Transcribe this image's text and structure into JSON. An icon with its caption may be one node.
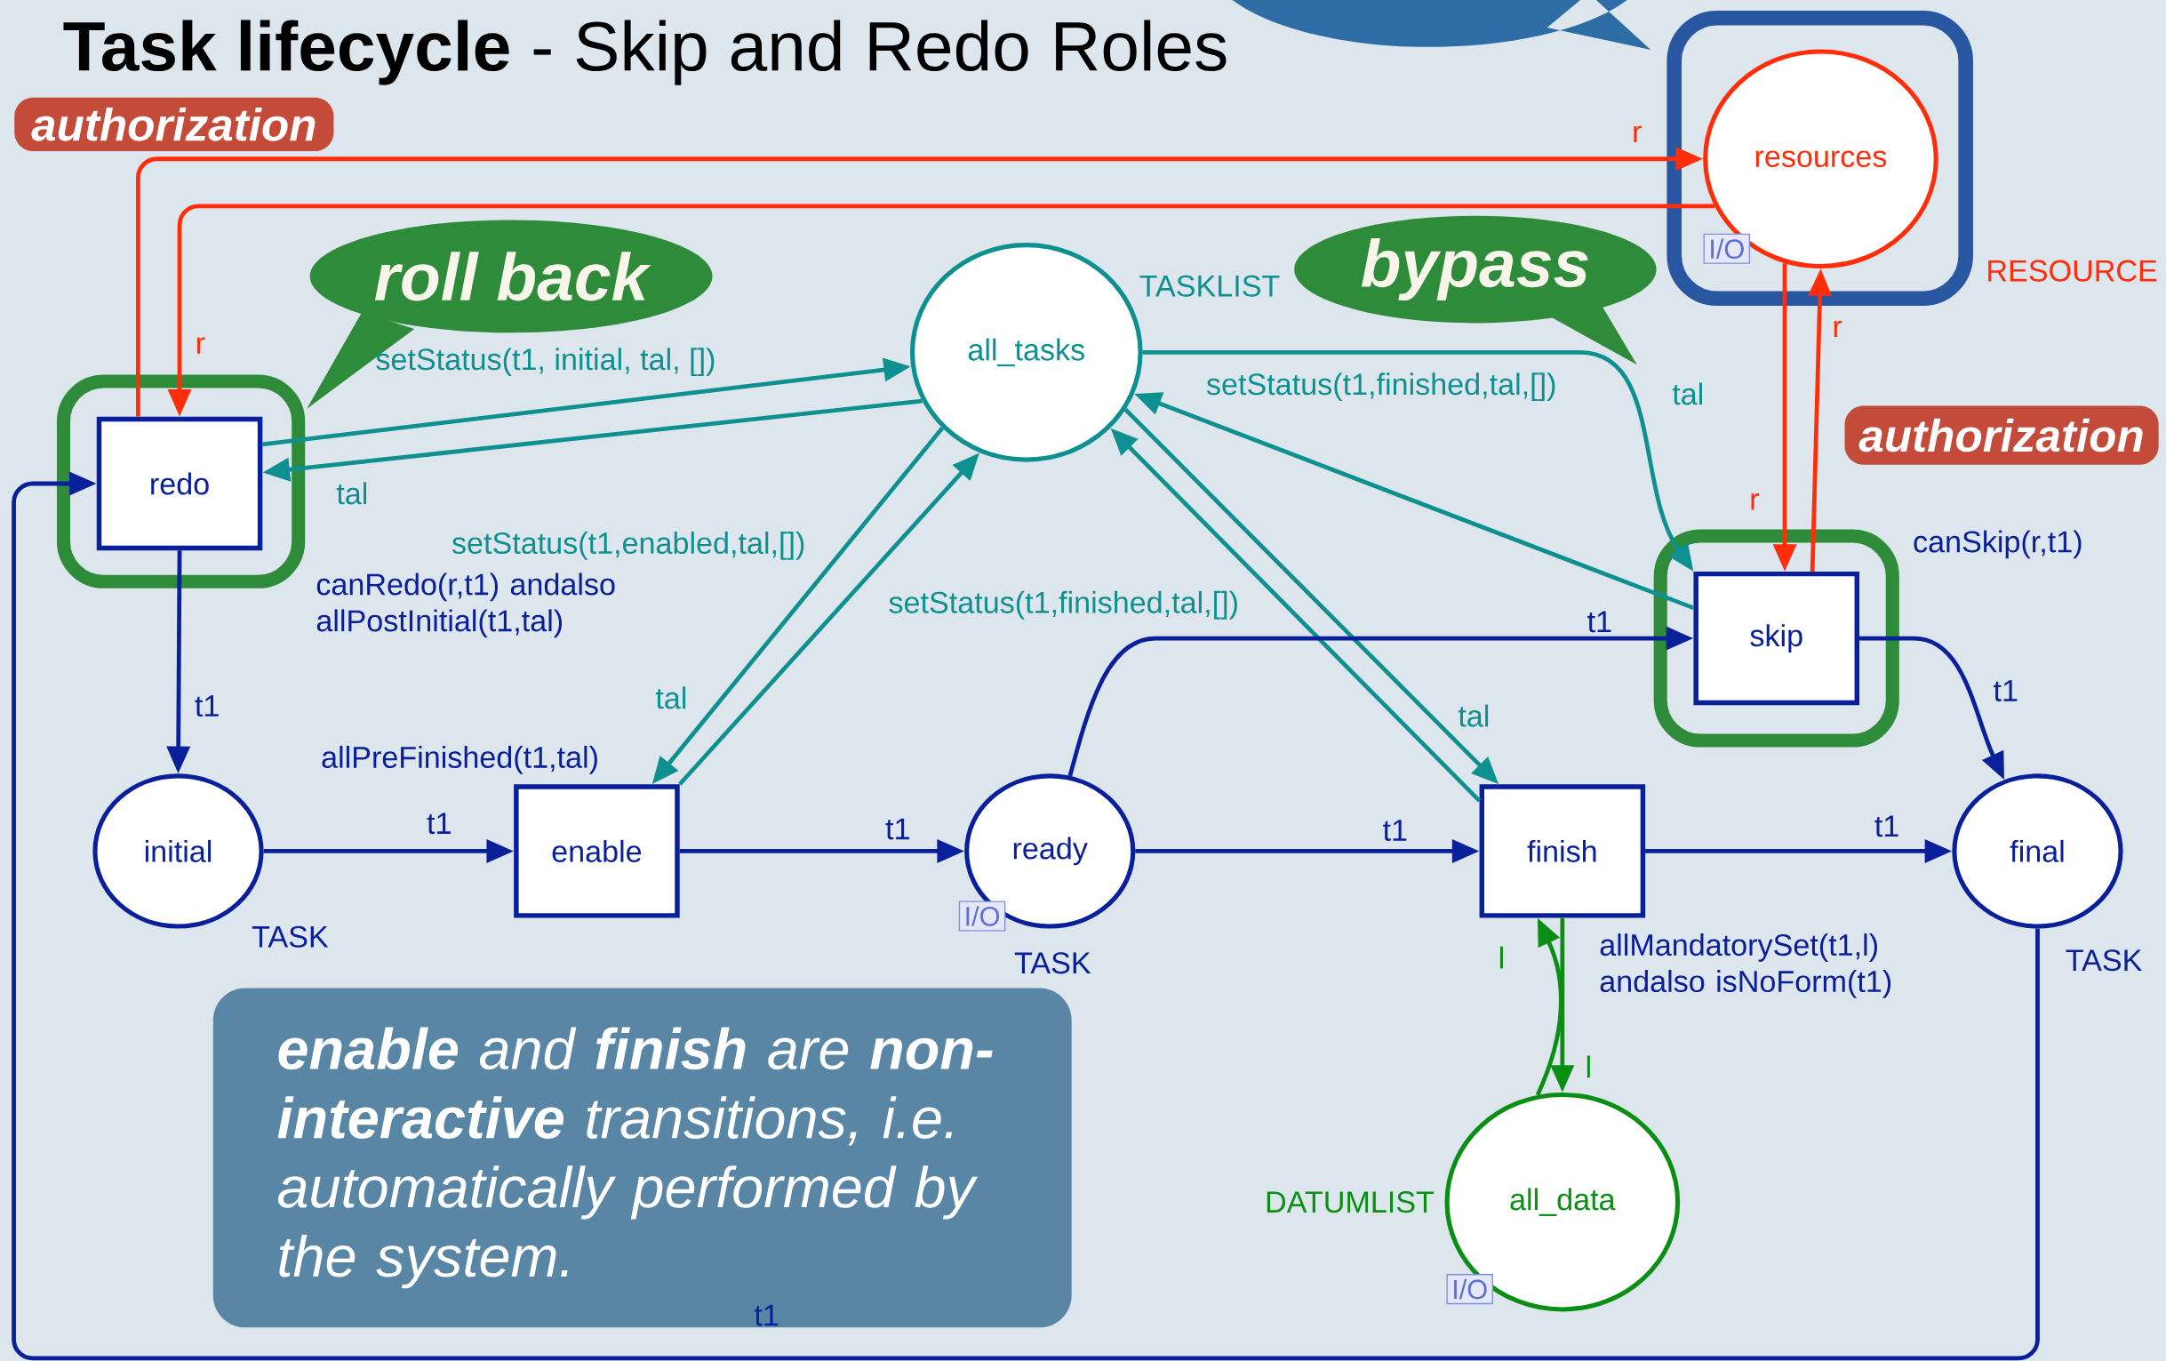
{
  "diagram": {
    "title": "**Task lifecycle** - Skip and Redo Roles",
    "nodes": [
      {
        "text": [
          "authorization"
        ]
      },
      {
        "text": [
          "resources"
        ],
        "beside": [
          "I/O",
          "RESOURCE"
        ]
      },
      {
        "text": [
          "roll back"
        ]
      },
      {
        "text": [
          "all_tasks"
        ],
        "beside": [
          "TASKLIST"
        ]
      },
      {
        "text": [
          "redo"
        ],
        "beside": [
          "canRedo(r,t1) andalso allPostInitial(t1,tal)"
        ]
      },
      {
        "text": [
          "bypass"
        ]
      },
      {
        "text": [
          "authorization"
        ]
      },
      {
        "text": [
          "skip"
        ],
        "beside": [
          "canSkip(r,t1)"
        ]
      },
      {
        "text": [
          "initial"
        ],
        "beside": [
          "TASK"
        ]
      },
      {
        "text": [
          "enable"
        ],
        "beside": [
          "allPreFinished(t1,tal)"
        ]
      },
      {
        "text": [
          "ready"
        ],
        "beside": [
          "I/O",
          "TASK"
        ]
      },
      {
        "text": [
          "finish"
        ],
        "beside": [
          "allMandatorySet(t1,l) andalso isNoForm(t1)"
        ]
      },
      {
        "text": [
          "final"
        ],
        "beside": [
          "TASK"
        ]
      },
      {
        "text": [
          "**enable** and **finish** are **non-interactive** transitions, i.e. automatically performed by the system."
        ]
      },
      {
        "text": [
          "all_data"
        ],
        "beside": [
          "DATUMLIST",
          "I/O"
        ]
      }
    ],
    "edges": [
      {
        "from": 4,
        "to": 1,
        "arrow": "to",
        "label": "r",
        "color": "#ff2d0a"
      },
      {
        "from": 1,
        "to": 4,
        "arrow": "to",
        "label": "r",
        "color": "#ff2d0a"
      },
      {
        "from": 1,
        "to": 7,
        "arrow": "to",
        "label": "r",
        "color": "#ff2d0a"
      },
      {
        "from": 7,
        "to": 1,
        "arrow": "to",
        "label": "r",
        "color": "#ff2d0a"
      },
      {
        "from": 4,
        "to": 3,
        "arrow": "to",
        "label": "setStatus(t1, initial, tal, [])",
        "color": "#0f9090"
      },
      {
        "from": 3,
        "to": 4,
        "arrow": "to",
        "label": "tal",
        "color": "#0f9090"
      },
      {
        "from": 3,
        "to": 9,
        "arrow": "to",
        "label": "tal",
        "color": "#0f9090"
      },
      {
        "from": 9,
        "to": 3,
        "arrow": "to",
        "label": "setStatus(t1,enabled,tal,[])",
        "color": "#0f9090"
      },
      {
        "from": 3,
        "to": 7,
        "arrow": "to",
        "label": "tal",
        "color": "#0f9090"
      },
      {
        "from": 7,
        "to": 3,
        "arrow": "to",
        "label": "setStatus(t1,finished,tal,[])",
        "color": "#0f9090"
      },
      {
        "from": 11,
        "to": 3,
        "arrow": "to",
        "label": "setStatus(t1,finished,tal,[])",
        "color": "#0f9090"
      },
      {
        "from": 3,
        "to": 11,
        "arrow": "to",
        "label": "tal",
        "color": "#0f9090"
      },
      {
        "from": 4,
        "to": 8,
        "arrow": "to",
        "label": "t1",
        "color": "#0a1f9a"
      },
      {
        "from": 8,
        "to": 9,
        "arrow": "to",
        "label": "t1",
        "color": "#0a1f9a"
      },
      {
        "from": 9,
        "to": 10,
        "arrow": "to",
        "label": "t1",
        "color": "#0a1f9a"
      },
      {
        "from": 10,
        "to": 7,
        "arrow": "to",
        "label": "t1",
        "color": "#0a1f9a"
      },
      {
        "from": 10,
        "to": 11,
        "arrow": "to",
        "label": "t1",
        "color": "#0a1f9a"
      },
      {
        "from": 7,
        "to": 12,
        "arrow": "to",
        "label": "t1",
        "color": "#0a1f9a"
      },
      {
        "from": 11,
        "to": 12,
        "arrow": "to",
        "label": "t1",
        "color": "#0a1f9a"
      },
      {
        "from": 12,
        "to": 4,
        "arrow": "to",
        "label": "t1",
        "color": "#0a1f9a"
      },
      {
        "from": 14,
        "to": 11,
        "arrow": "to",
        "label": "l",
        "color": "#0a8f14"
      },
      {
        "from": 11,
        "to": 14,
        "arrow": "to",
        "label": "l",
        "color": "#0a8f14"
      }
    ]
  }
}
